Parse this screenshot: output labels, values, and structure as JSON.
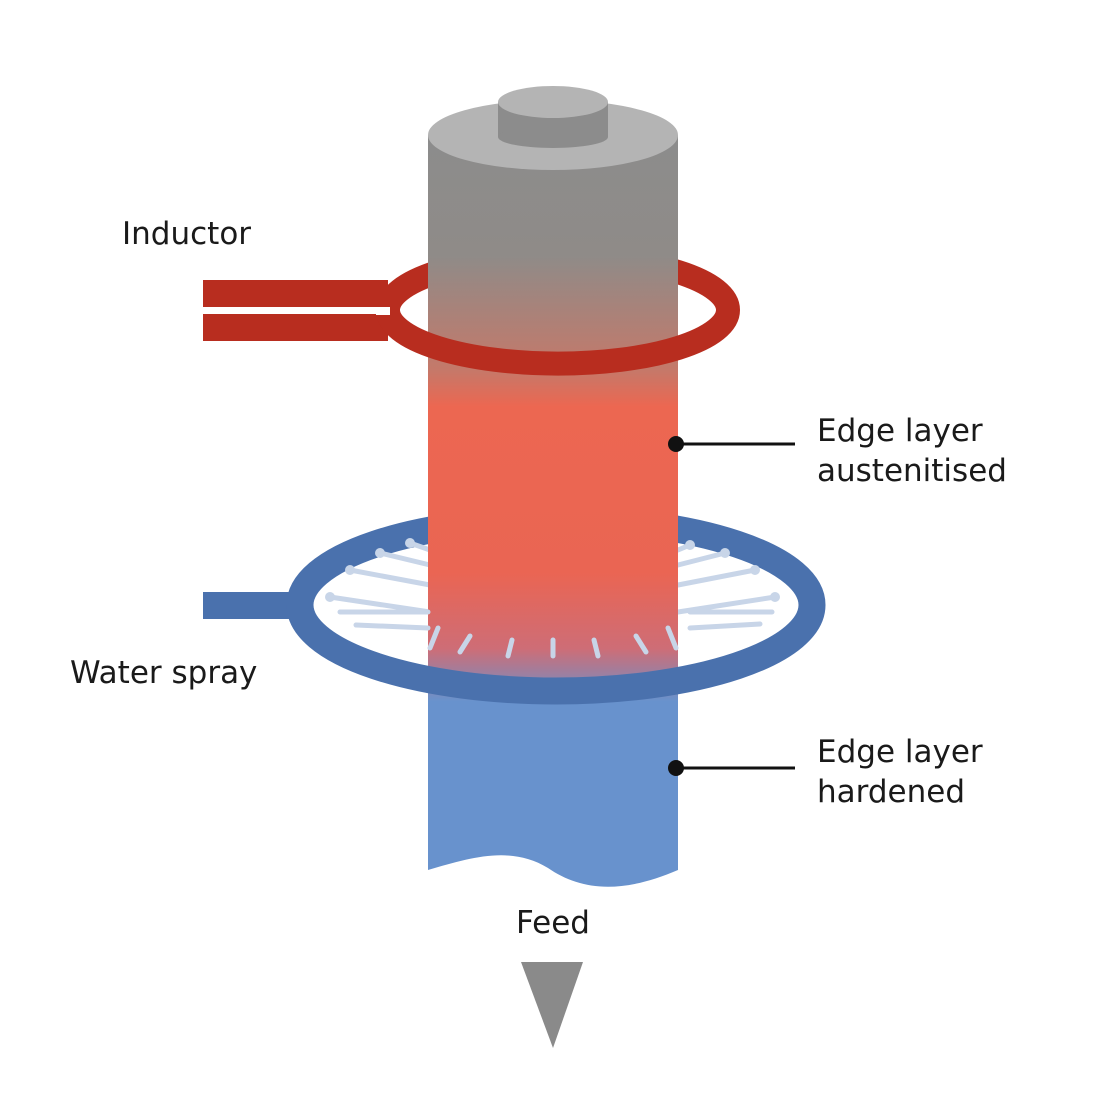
{
  "diagram": {
    "labels": {
      "inductor": "Inductor",
      "water_spray": "Water spray",
      "edge_austenitised_line1": "Edge layer",
      "edge_austenitised_line2": "austenitised",
      "edge_hardened_line1": "Edge layer",
      "edge_hardened_line2": "hardened",
      "feed": "Feed"
    },
    "colors": {
      "workpiece_gray": "#8c8c8c",
      "workpiece_top": "#b4b4b4",
      "hot_zone": "#ec6751",
      "hardened_zone": "#6892cd",
      "inductor": "#b82d1f",
      "spray_ring": "#4a71ad",
      "spray_jets": "#c8d5e8",
      "feed_arrow": "#8a8a8a"
    },
    "icons": {
      "feed_direction": "down-triangle-arrow"
    }
  }
}
